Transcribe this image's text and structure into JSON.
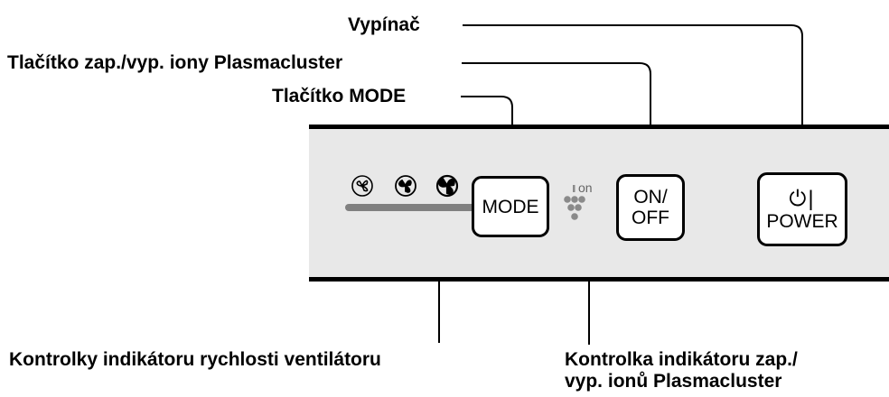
{
  "callouts": {
    "power_switch": "Vypínač",
    "plasmacluster_button": "Tlačítko zap./vyp. iony Plasmacluster",
    "mode_button": "Tlačítko MODE",
    "fan_speed_indicator": "Kontrolky indikátoru rychlosti ventilátoru",
    "ion_indicator_line1": "Kontrolka indikátoru zap./",
    "ion_indicator_line2": "vyp. ionů Plasmacluster"
  },
  "panel": {
    "mode_label": "MODE",
    "onoff_line1": "ON/",
    "onoff_line2": "OFF",
    "power_symbol": "⏻|",
    "power_label": "POWER",
    "ion_on_label": "on"
  },
  "icons": [
    "fan-low-icon",
    "fan-medium-icon",
    "fan-high-icon",
    "plasmacluster-ion-icon",
    "power-icon"
  ],
  "colors": {
    "panel": "#e8e8e8",
    "indicator_bar": "#808080",
    "ion_dots": "#8a8a8a"
  }
}
